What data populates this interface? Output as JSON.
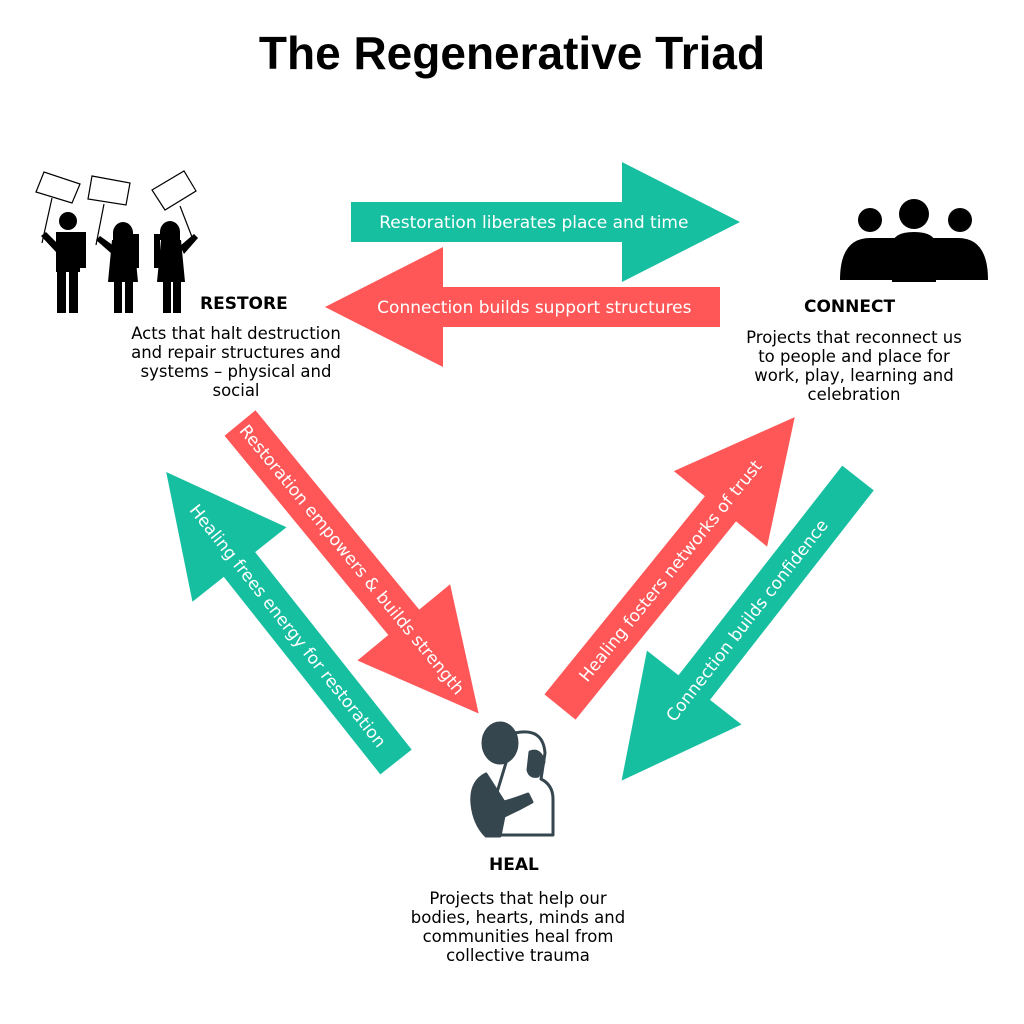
{
  "title": "The Regenerative Triad",
  "colors": {
    "teal": "#17bfa1",
    "red": "#ff5757",
    "hug": "#36464f"
  },
  "nodes": {
    "restore": {
      "title": "RESTORE",
      "desc": "Acts that halt destruction and repair structures and systems – physical and social",
      "icon": "protesters-with-signs-icon"
    },
    "connect": {
      "title": "CONNECT",
      "desc": "Projects that reconnect us to people and place for work, play, learning and  celebration",
      "icon": "group-of-people-icon"
    },
    "heal": {
      "title": "HEAL",
      "desc": "Projects that help our bodies, hearts, minds and communities heal from collective trauma",
      "icon": "hug-icon"
    }
  },
  "arrows": [
    {
      "label": "Restoration liberates place and time",
      "from": "RESTORE",
      "to": "CONNECT",
      "color": "teal"
    },
    {
      "label": "Connection builds support structures",
      "from": "CONNECT",
      "to": "RESTORE",
      "color": "red"
    },
    {
      "label": "Restoration empowers & builds strength",
      "from": "RESTORE",
      "to": "HEAL",
      "color": "red"
    },
    {
      "label": "Healing frees energy for restoration",
      "from": "HEAL",
      "to": "RESTORE",
      "color": "teal"
    },
    {
      "label": "Healing fosters networks of trust",
      "from": "HEAL",
      "to": "CONNECT",
      "color": "red"
    },
    {
      "label": "Connection builds confidence",
      "from": "CONNECT",
      "to": "HEAL",
      "color": "teal"
    }
  ]
}
